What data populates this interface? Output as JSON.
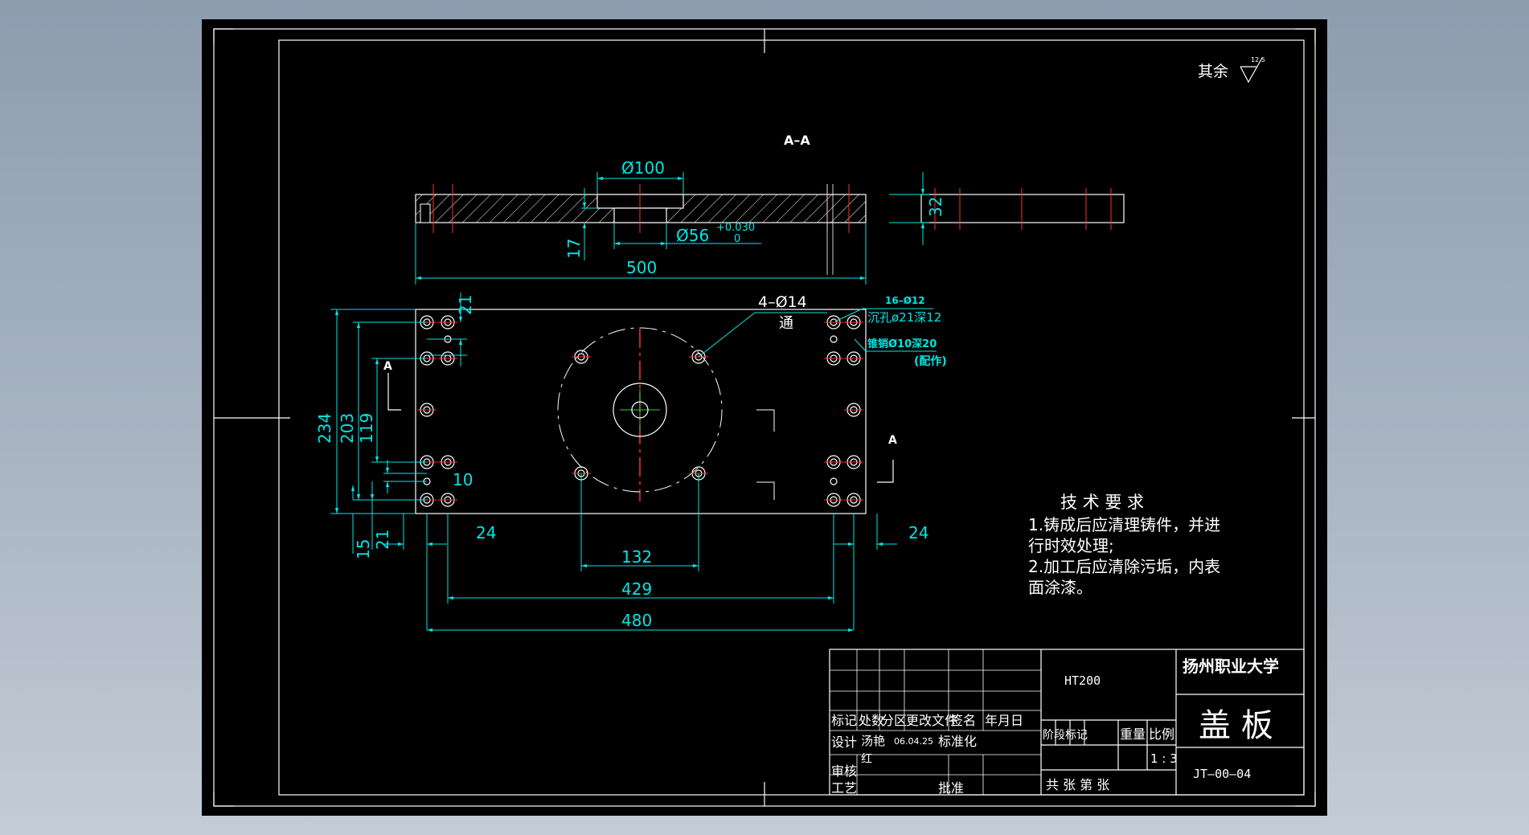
{
  "roughness": {
    "label": "其余",
    "value": "12.5"
  },
  "section_view": {
    "title": "A–A",
    "dim_bore": "Ø100",
    "dim_thickness": "32",
    "dim_counterbore_depth": "17",
    "dim_hole": "Ø56",
    "tol_upper": "+0.030",
    "tol_lower": "0",
    "dim_length": "500"
  },
  "plan_view": {
    "section_mark": "A",
    "dim_21_top": "21",
    "dim_234": "234",
    "dim_203": "203",
    "dim_119": "119",
    "dim_10": "10",
    "dim_15": "15",
    "dim_21_bottom": "21",
    "dim_24_left": "24",
    "dim_24_right": "24",
    "dim_132": "132",
    "dim_429": "429",
    "dim_480": "480",
    "note_holes": "4–Ø14",
    "note_through": "通",
    "note_counterbore_qty": "16–Ø12",
    "note_counterbore": "沉孔ø21深12",
    "note_pin": "锥销Ø10深20",
    "note_pin_fit": "(配作)"
  },
  "tech_requirements": {
    "title": "技  术  要  求",
    "lines": [
      "1.铸成后应清理铸件，并进",
      "行时效处理;",
      "2.加工后应清除污垢，内表",
      "面涂漆。"
    ]
  },
  "title_block": {
    "material": "HT200",
    "school": "扬州职业大学",
    "part_name": "盖  板",
    "drawing_no": "JT–00–04",
    "header_row": [
      "标记",
      "处数",
      "分区",
      "更改文件",
      "签名",
      "年月日"
    ],
    "designer_label": "设计",
    "designer_name": "汤艳",
    "designer_name_2": "红",
    "design_date": "06.04.25",
    "standardize_label": "标准化",
    "review_label": "审核",
    "process_label": "工艺",
    "approve_label": "批准",
    "stage_label": "阶段标记",
    "weight_label": "重量",
    "scale_label": "比例",
    "scale_value": "1 : 3",
    "sheets_label": "共   张  第  张"
  }
}
